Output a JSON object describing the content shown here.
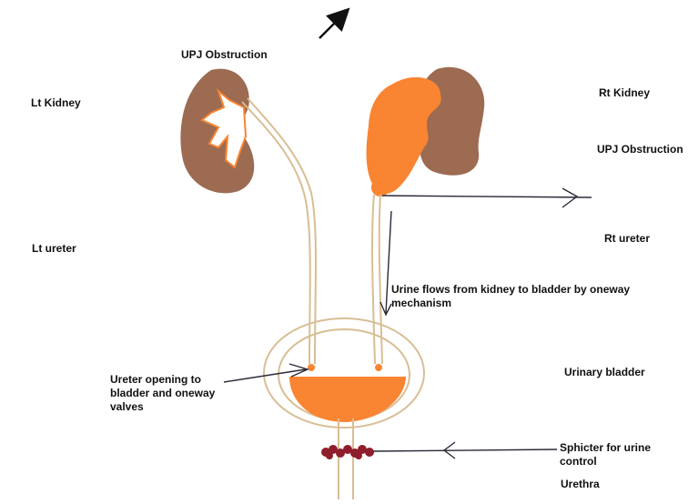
{
  "labels": {
    "upj_obstruction_left": "UPJ Obstruction",
    "lt_kidney": "Lt Kidney",
    "rt_kidney": "Rt Kidney",
    "upj_obstruction_right": "UPJ Obstruction",
    "lt_ureter": "Lt ureter",
    "rt_ureter": "Rt ureter",
    "urine_flow": "Urine flows from kidney to bladder by oneway\nmechanism",
    "ureter_opening": "Ureter opening to\nbladder and oneway\nvalves",
    "urinary_bladder": "Urinary bladder",
    "sphincter": "Sphicter for urine\ncontrol",
    "urethra": "Urethra"
  },
  "colors": {
    "kidney_brown": "#9C6B52",
    "hydronephrosis_orange": "#F98431",
    "ureter_outline": "#D8BE94",
    "sphincter_red": "#8E1E2C",
    "pointer_line": "#2A2A3A"
  }
}
